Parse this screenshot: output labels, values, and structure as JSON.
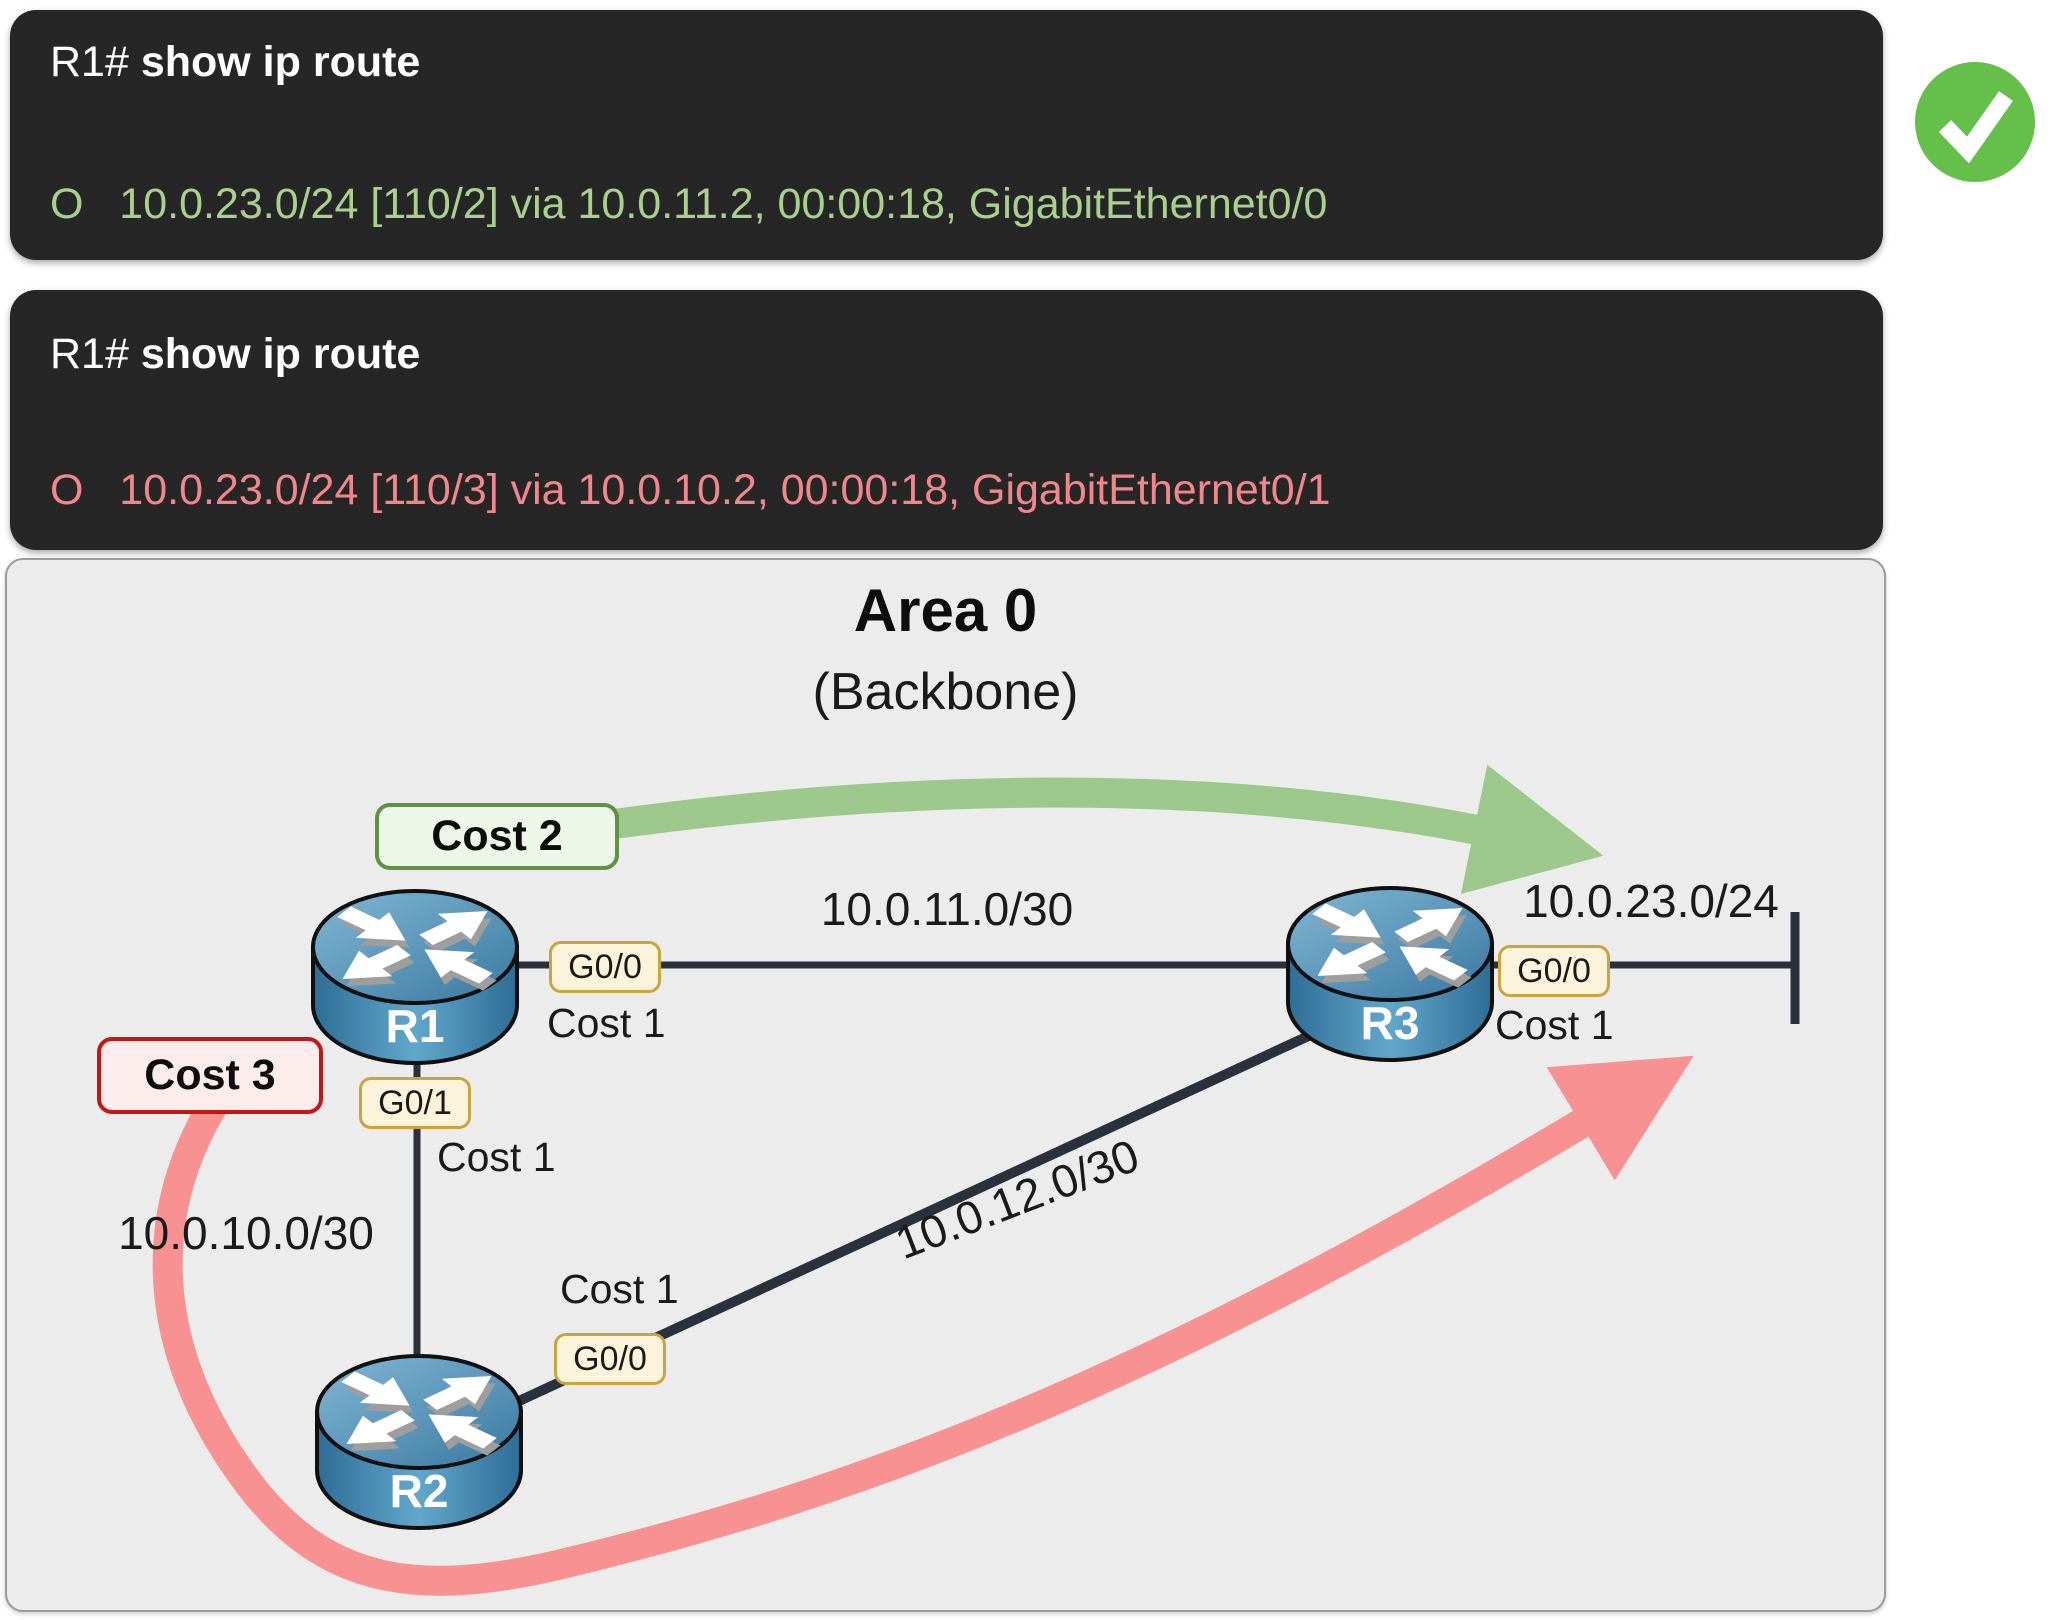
{
  "output_good": {
    "prompt": "R1#",
    "command": " show ip route",
    "route": "O   10.0.23.0/24 [110/2] via 10.0.11.2, 00:00:18, GigabitEthernet0/0"
  },
  "output_bad": {
    "prompt": "R1#",
    "command": " show ip route",
    "route": "O   10.0.23.0/24 [110/3] via 10.0.10.2, 00:00:18, GigabitEthernet0/1"
  },
  "diagram": {
    "title": "Area 0",
    "subtitle": "(Backbone)",
    "best_path_label": "Cost 2",
    "alt_path_label": "Cost 3",
    "routers": {
      "r1": "R1",
      "r2": "R2",
      "r3": "R3"
    },
    "networks": {
      "r1_r3": "10.0.11.0/30",
      "r1_r2": "10.0.10.0/30",
      "r2_r3": "10.0.12.0/30",
      "lan": "10.0.23.0/24"
    },
    "interfaces": {
      "r1_g00": "G0/0",
      "r1_g01": "G0/1",
      "r2_g00": "G0/0",
      "r3_g00": "G0/0"
    },
    "costs": {
      "r1_g00": "Cost 1",
      "r1_g01": "Cost 1",
      "r2_g00": "Cost 1",
      "r3_g00": "Cost 1"
    }
  },
  "icons": {
    "check": "check-circle"
  },
  "colors": {
    "terminal_bg": "#262626",
    "route_ok_text": "#a9d18e",
    "route_bad_text": "#f2868b",
    "check_green": "#64bf4b",
    "good_path_arrow": "#9cc98b",
    "bad_path_arrow": "#f89191",
    "link_line": "#2a303c",
    "interface_badge_bg": "#fcf4da",
    "interface_badge_border": "#c9a53b",
    "good_badge_border": "#5d9343",
    "bad_badge_border": "#c21717",
    "panel_bg": "#ececec"
  }
}
